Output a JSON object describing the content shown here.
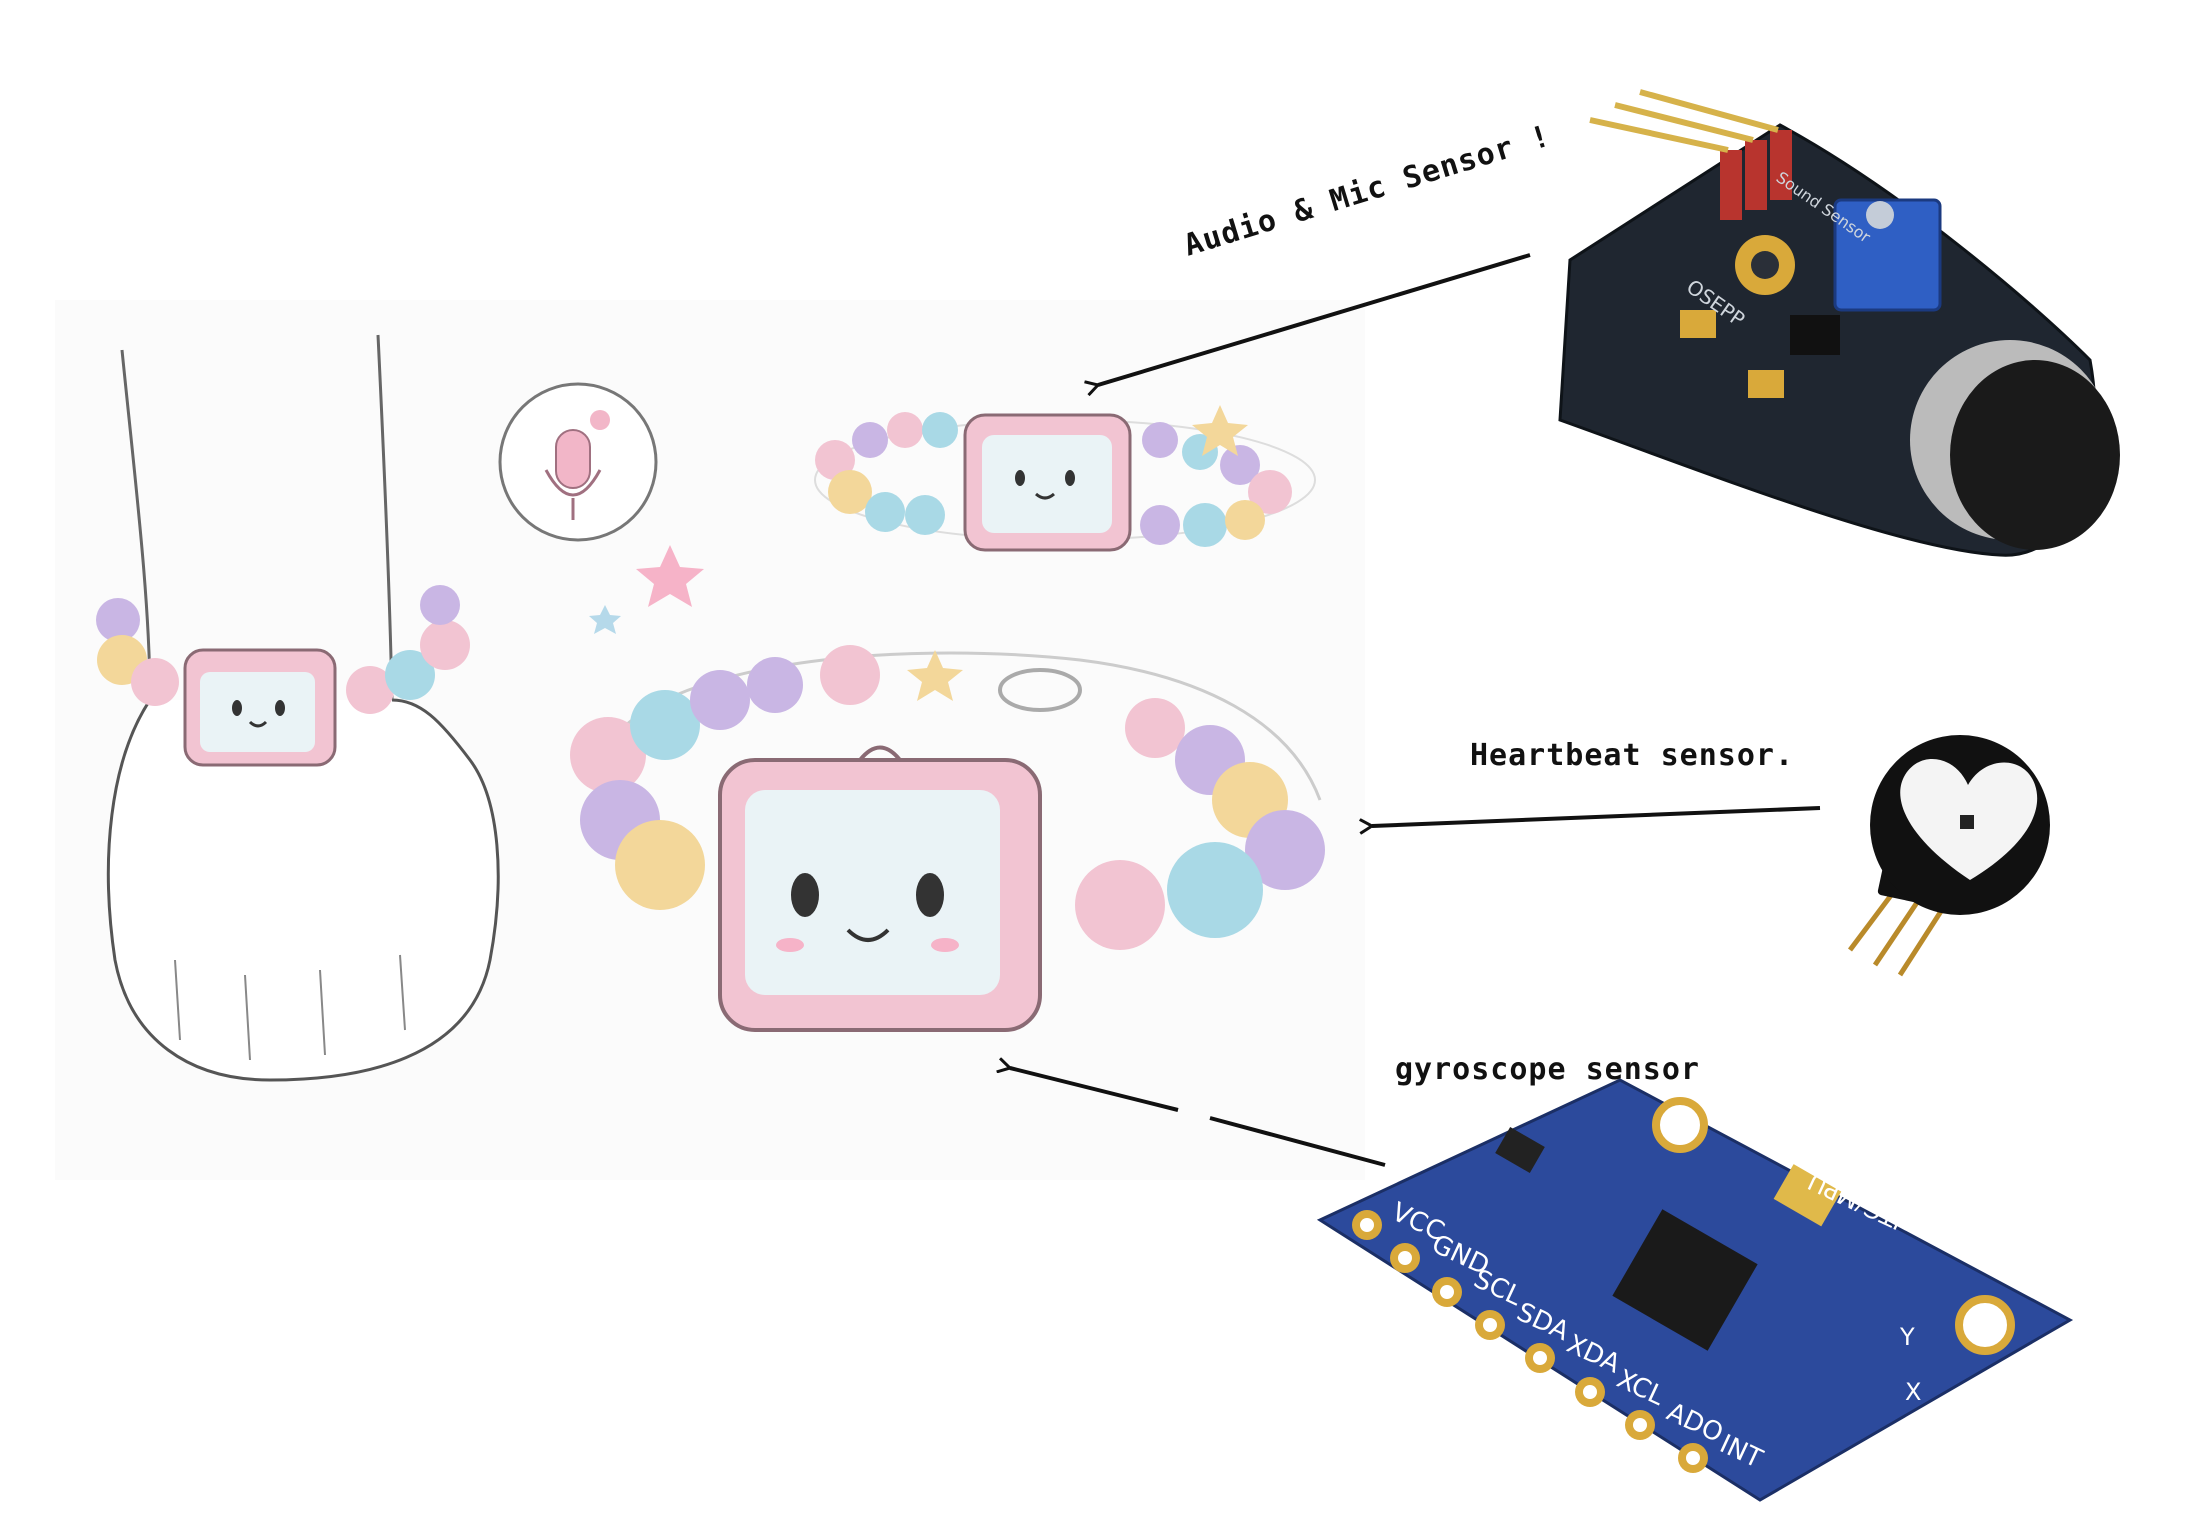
{
  "labels": {
    "audio": "Audio & Mic Sensor !",
    "heartbeat": "Heartbeat sensor.",
    "gyroscope": "gyroscope sensor"
  },
  "sensor_text": {
    "sound_board_brand": "OSEPP",
    "sound_board_name": "Sound Sensor",
    "gyro_pins": [
      "VCC",
      "GND",
      "SCL",
      "SDA",
      "XDA",
      "XCL",
      "ADO",
      "INT"
    ],
    "gyro_chip_code": "ITG/MPU",
    "gyro_axis_y": "Y",
    "gyro_axis_x": "X"
  },
  "colors": {
    "bracelet_pink": "#f2c4d2",
    "screen": "#eaf3f6",
    "bead_blue": "#a9d9e6",
    "bead_purple": "#c9b6e4",
    "bead_yellow": "#f3d79a",
    "pcb_dark": "#1f2630",
    "pcb_blue": "#2c4a9c",
    "pot_blue": "#2f5fc4"
  }
}
